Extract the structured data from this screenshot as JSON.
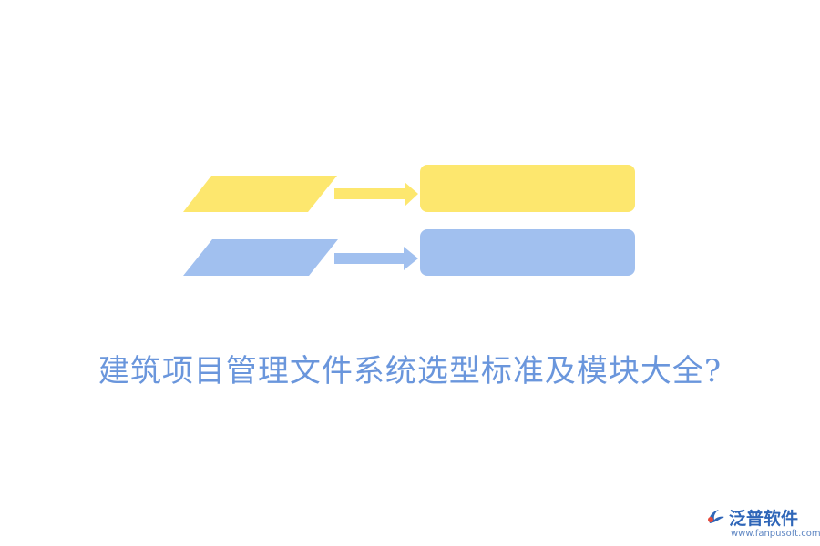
{
  "title": "建筑项目管理文件系统选型标准及模块大全?",
  "logo": {
    "name": "泛普软件",
    "url": "www.fanpusoft.com"
  },
  "colors": {
    "yellow": "#fde76e",
    "blue": "#a1c0ef",
    "title": "#6a96dc",
    "logo": "#2f66b8"
  }
}
